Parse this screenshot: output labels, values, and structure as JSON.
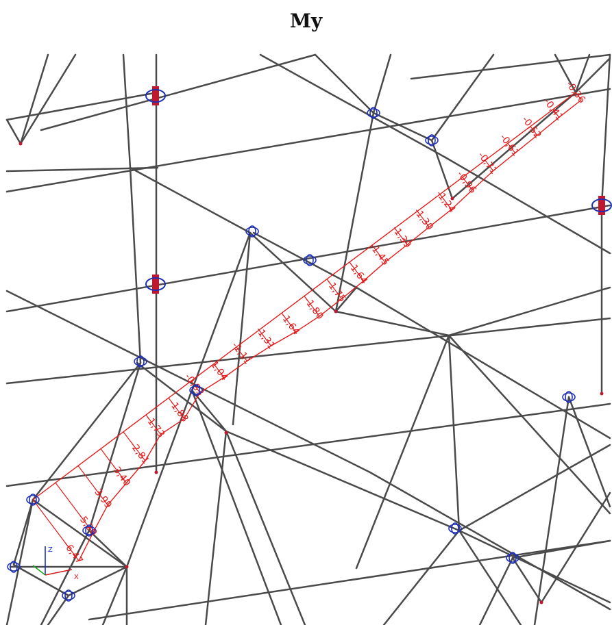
{
  "title": "My",
  "colors": {
    "member": "#4a4a4a",
    "diagram": "#e21b1b",
    "node": "#1f2fb4",
    "support": "#c0182e",
    "axis_x": "#d11a1a",
    "axis_y": "#18a818",
    "axis_z": "#1a2ec8"
  },
  "axes": {
    "x_label": "X",
    "z_label": "Z"
  },
  "moment_labels": [
    "-6,47",
    "-5,20",
    "-3,99",
    "-3,40",
    "-2,81",
    "-1,73",
    "-1,88",
    "-0,83",
    "-1,04",
    "-1,11",
    "-1,31",
    "-1,64",
    "-1,80",
    "-1,75",
    "-1,64",
    "-1,45",
    "-1,39",
    "-1,30",
    "-1,24",
    "-0,96",
    "-0,71",
    "-0,61",
    "-0,52",
    "-0,41",
    "-0,36"
  ]
}
